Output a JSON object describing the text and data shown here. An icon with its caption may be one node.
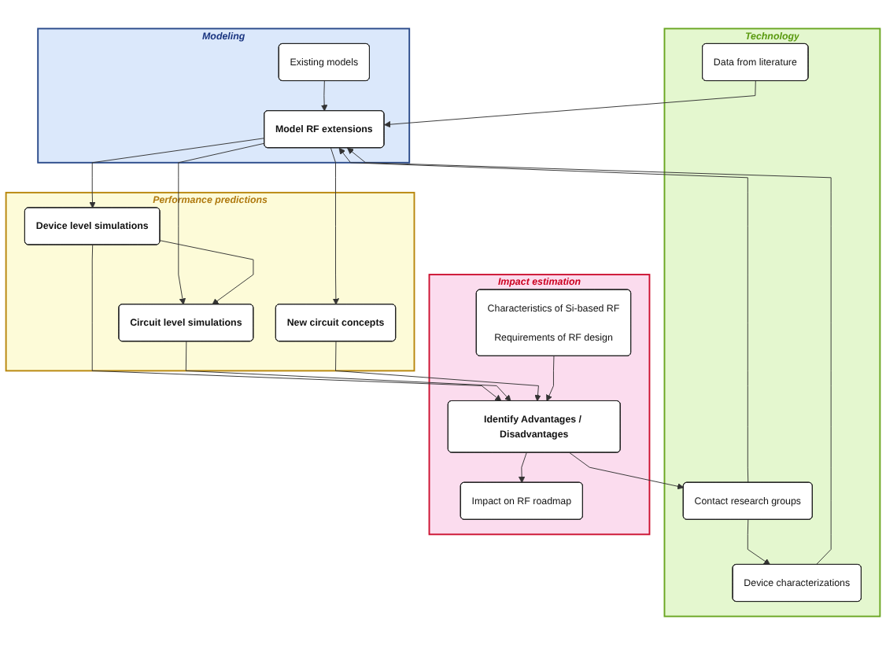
{
  "diagram": {
    "nodes": [
      {
        "text": [
          "Technology"
        ]
      },
      {
        "text": [
          "Data from literature"
        ],
        "in": 0
      },
      {
        "text": [
          "Contact research groups"
        ],
        "in": 0
      },
      {
        "text": [
          "Device characterizations"
        ],
        "in": 0
      },
      {
        "text": [
          "Modeling"
        ]
      },
      {
        "text": [
          "Existing models"
        ],
        "in": 4
      },
      {
        "text": [
          "Model RF extensions"
        ],
        "in": 4
      },
      {
        "text": [
          "Performance predictions"
        ]
      },
      {
        "text": [
          "Device level simulations"
        ],
        "in": 7
      },
      {
        "text": [
          "Circuit level simulations"
        ],
        "in": 7
      },
      {
        "text": [
          "New circuit concepts"
        ],
        "in": 7
      },
      {
        "text": [
          "Impact estimation"
        ]
      },
      {
        "text": [
          "Characteristics of Si-based RF",
          "Requirements of RF design"
        ],
        "in": 11
      },
      {
        "text": [
          "Identify Advantages / Disadvantages"
        ],
        "in": 11
      },
      {
        "text": [
          "Impact on RF roadmap"
        ],
        "in": 11
      }
    ],
    "edges": [
      {
        "from": 2,
        "to": 3,
        "arrow": "to"
      },
      {
        "from": 1,
        "to": 6,
        "arrow": "to"
      },
      {
        "from": 2,
        "to": 6,
        "arrow": "to"
      },
      {
        "from": 3,
        "to": 6,
        "arrow": "to"
      },
      {
        "from": 5,
        "to": 6,
        "arrow": "to"
      },
      {
        "from": 6,
        "to": 8,
        "arrow": "to"
      },
      {
        "from": 6,
        "to": 9,
        "arrow": "to"
      },
      {
        "from": 6,
        "to": 10,
        "arrow": "to"
      },
      {
        "from": 8,
        "to": 9,
        "arrow": "to"
      },
      {
        "from": 8,
        "to": 13,
        "arrow": "to"
      },
      {
        "from": 9,
        "to": 13,
        "arrow": "to"
      },
      {
        "from": 10,
        "to": 13,
        "arrow": "to"
      },
      {
        "from": 12,
        "to": 13,
        "arrow": "to"
      },
      {
        "from": 13,
        "to": 14,
        "arrow": "to"
      },
      {
        "from": 13,
        "to": 2,
        "arrow": "to"
      }
    ]
  }
}
